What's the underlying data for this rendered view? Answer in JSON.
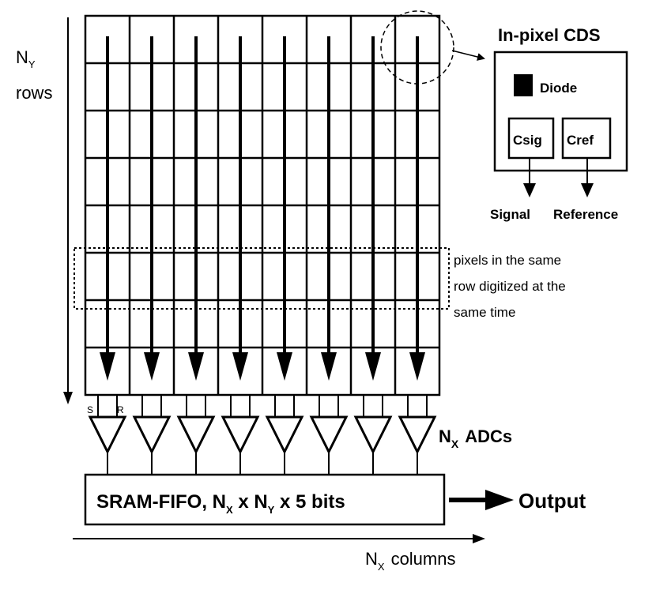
{
  "rows_label": {
    "main": "N",
    "sub": "Y",
    "word": "rows"
  },
  "inset": {
    "title": "In-pixel CDS",
    "diode": "Diode",
    "csig": "Csig",
    "cref": "Cref",
    "signal": "Signal",
    "reference": "Reference"
  },
  "row_note": [
    "pixels in the same",
    "row digitized at the",
    "same time"
  ],
  "adc_label": {
    "main": "N",
    "sub": "X",
    "rest": "ADCs"
  },
  "sr_labels": {
    "s": "S",
    "r": "R"
  },
  "fifo": {
    "p1": "SRAM-FIFO, N",
    "s1": "X",
    "p2": " x N",
    "s2": "Y",
    "p3": " x 5 bits"
  },
  "output": "Output",
  "columns_label": {
    "main": "N",
    "sub": "X",
    "word": "columns"
  },
  "grid": {
    "columns": 8,
    "rows": 8
  }
}
